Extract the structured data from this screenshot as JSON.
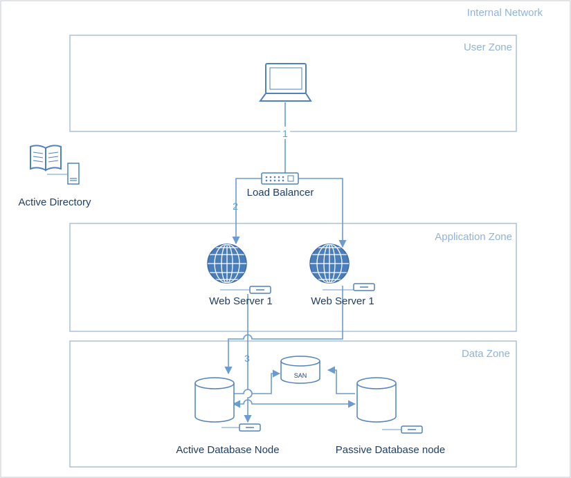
{
  "zones": {
    "internal_network": "Internal Network",
    "user_zone": "User Zone",
    "application_zone": "Application Zone",
    "data_zone": "Data Zone"
  },
  "nodes": {
    "active_directory": "Active Directory",
    "load_balancer": "Load Balancer",
    "web_server_1": "Web Server 1",
    "web_server_2": "Web Server 1",
    "san": "SAN",
    "active_db": "Active Database Node",
    "passive_db": "Passive Database node"
  },
  "steps": {
    "s1": "1",
    "s2": "2",
    "s3": "3"
  },
  "colors": {
    "line": "#6a9bd1",
    "icon_stroke": "#4f81bd",
    "icon_fill": "#4a7ebb",
    "zone_border": "#9fb7d3",
    "label_dark": "#1f3e63",
    "label_light": "#8fb3d9"
  }
}
